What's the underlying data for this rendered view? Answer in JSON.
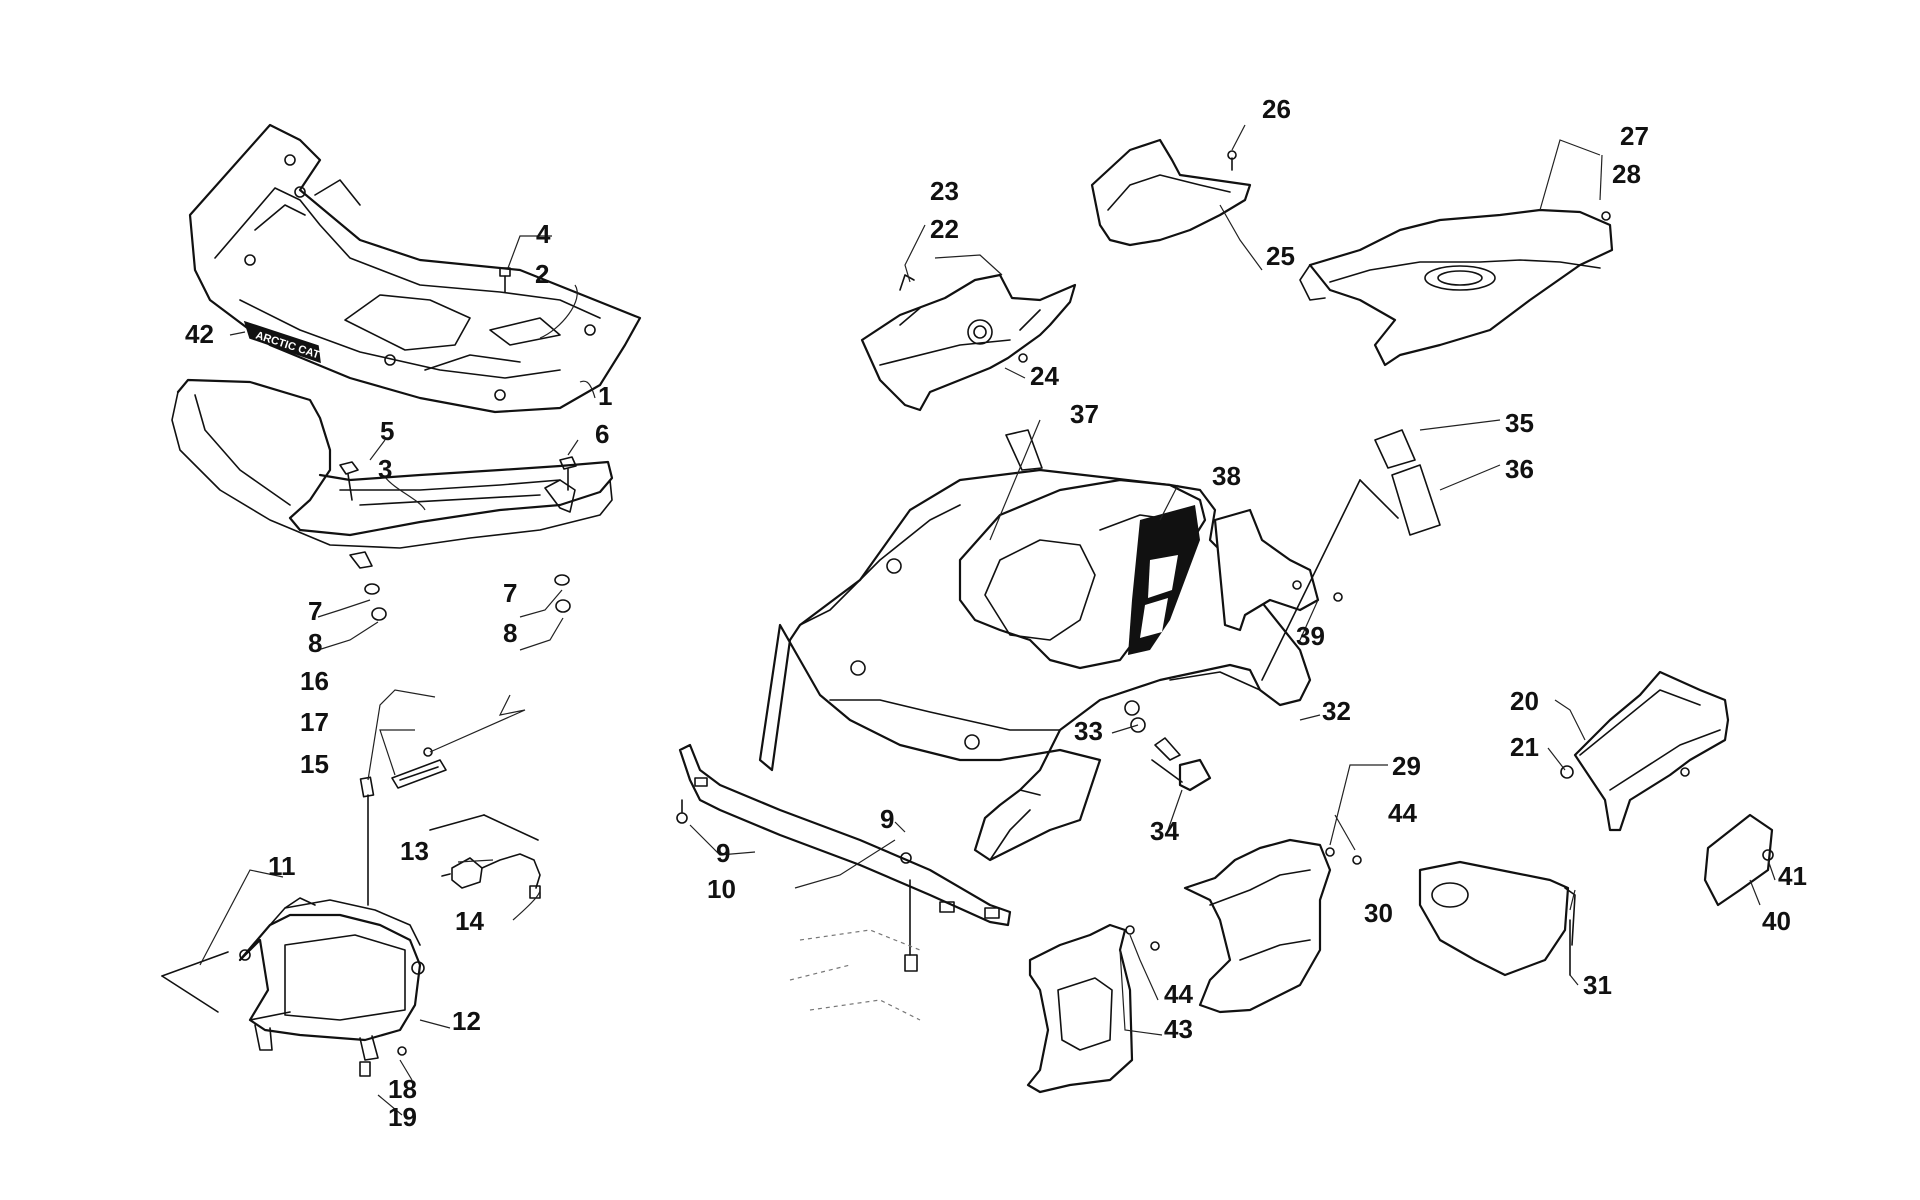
{
  "diagram": {
    "logo_text": "ARCTIC CAT",
    "callouts": {
      "c1": "1",
      "c2": "2",
      "c3": "3",
      "c4": "4",
      "c5": "5",
      "c6": "6",
      "c7a": "7",
      "c7b": "7",
      "c8a": "8",
      "c8b": "8",
      "c9a": "9",
      "c9b": "9",
      "c10": "10",
      "c11": "11",
      "c12": "12",
      "c13": "13",
      "c14": "14",
      "c15": "15",
      "c16": "16",
      "c17": "17",
      "c18": "18",
      "c19": "19",
      "c20": "20",
      "c21": "21",
      "c22": "22",
      "c23": "23",
      "c24": "24",
      "c25": "25",
      "c26": "26",
      "c27": "27",
      "c28": "28",
      "c29": "29",
      "c30": "30",
      "c31": "31",
      "c32": "32",
      "c33": "33",
      "c34": "34",
      "c35": "35",
      "c36": "36",
      "c37": "37",
      "c38": "38",
      "c39": "39",
      "c40": "40",
      "c41": "41",
      "c42": "42",
      "c43": "43",
      "c44a": "44",
      "c44b": "44"
    }
  }
}
